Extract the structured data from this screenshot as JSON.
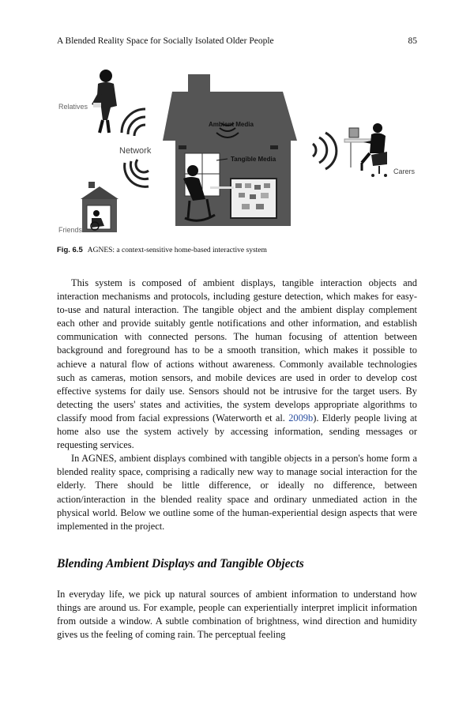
{
  "running_head": {
    "title": "A Blended Reality Space for Socially Isolated Older People",
    "page_number": "85"
  },
  "figure": {
    "labels": {
      "relatives": "Relatives",
      "network": "Network",
      "friends": "Friends",
      "ambient_media": "Ambient Media",
      "tangible_media": "Tangible Media",
      "carers": "Carers"
    },
    "caption_label": "Fig. 6.5",
    "caption_text": "AGNES: a context-sensitive home-based interactive system"
  },
  "paragraphs": {
    "p1_before_cite": "This system is composed of ambient displays, tangible interaction objects and interaction mechanisms and protocols, including gesture detection, which makes for easy-to-use and natural interaction. The tangible object and the ambient display complement each other and provide suitably gentle notifications and other information, and establish communication with connected persons. The human focusing of attention between background and foreground has to be a smooth transition, which makes it possible to achieve a natural flow of actions without awareness. Commonly available technologies such as cameras, motion sensors, and mobile devices are used in order to develop cost effective systems for daily use. Sensors should not be intrusive for the target users. By detecting the users' states and activities, the system develops appropriate algorithms to classify mood from facial expressions (Waterworth et al. ",
    "p1_cite": "2009b",
    "p1_after_cite": "). Elderly people living at home also use the system actively by accessing information, sending messages or requesting services.",
    "p2": "In AGNES, ambient displays combined with tangible objects in a person's home form a blended reality space, comprising a radically new way to manage social interaction for the elderly. There should be little difference, or ideally no difference, between action/interaction in the blended reality space and ordinary unmediated action in the physical world. Below we outline some of the human-experiential design aspects that were implemented in the project.",
    "p3": "In everyday life, we pick up natural sources of ambient information to understand how things are around us. For example, people can experientially interpret implicit information from outside a window. A subtle combination of brightness, wind direction and humidity gives us the feeling of coming rain. The perceptual feeling"
  },
  "section_heading": "Blending Ambient Displays and Tangible Objects"
}
